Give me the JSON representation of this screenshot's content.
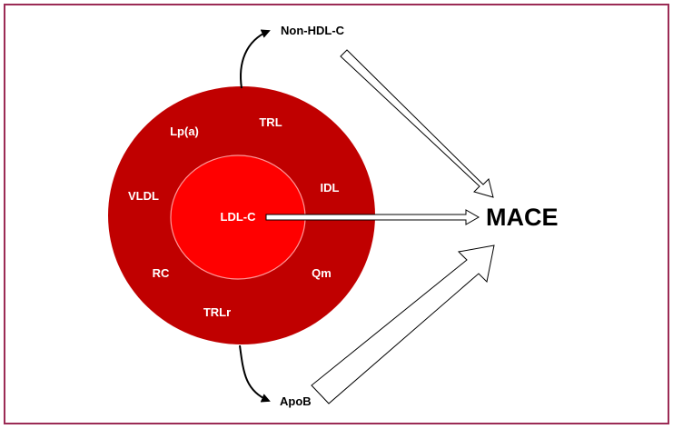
{
  "diagram": {
    "outer_circle_labels": {
      "lpa": "Lp(a)",
      "trl": "TRL",
      "idl": "IDL",
      "vldl": "VLDL",
      "rc": "RC",
      "qm": "Qm",
      "trlr": "TRLr"
    },
    "inner_circle_label": "LDL-C",
    "top_target": "Non-HDL-C",
    "bottom_target": "ApoB",
    "outcome": "MACE"
  },
  "colors": {
    "border": "#9b2b55",
    "outer_circle": "#c00000",
    "inner_circle": "#ff0000",
    "inner_circle_stroke": "#ff9999",
    "arrow_fill": "#ffffff",
    "arrow_stroke": "#000000"
  }
}
